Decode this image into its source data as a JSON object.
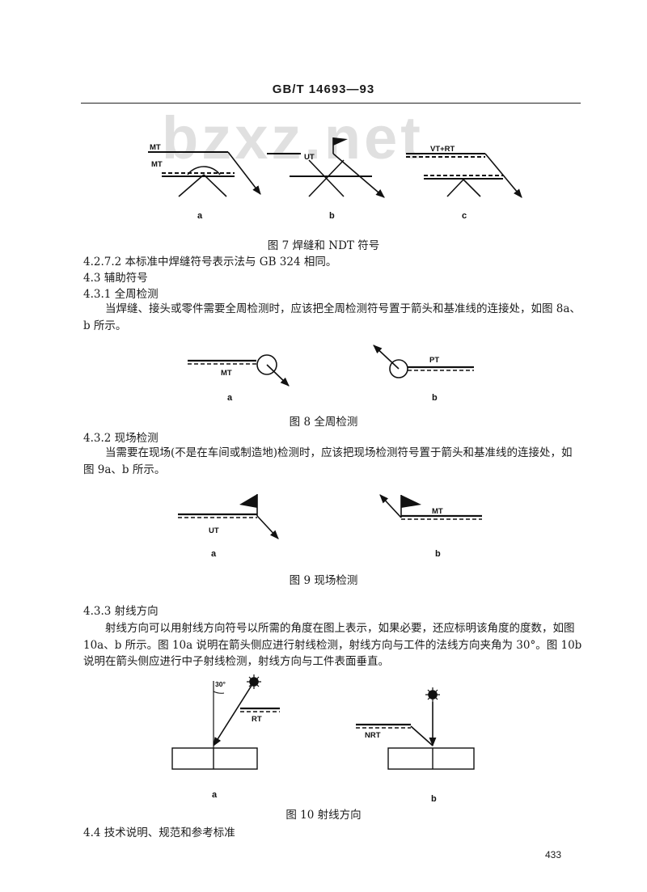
{
  "header": {
    "standard_number": "GB/T 14693—93"
  },
  "watermark": {
    "text": "bzxz.net"
  },
  "figure7": {
    "caption": "图 7   焊缝和 NDT 符号",
    "labels": {
      "mt_top": "MT",
      "mt_bottom": "MT",
      "ut": "UT",
      "vt_rt": "VT+RT"
    },
    "sub": {
      "a": "a",
      "b": "b",
      "c": "c"
    }
  },
  "s4272": {
    "text": "4.2.7.2   本标准中焊缝符号表示法与 GB 324 相同。"
  },
  "s43": {
    "heading": "4.3   辅助符号"
  },
  "s431": {
    "heading": "4.3.1   全周检测",
    "para": "当焊缝、接头或零件需要全周检测时，应该把全周检测符号置于箭头和基准线的连接处，如图 8a、b 所示。"
  },
  "figure8": {
    "caption": "图 8   全周检测",
    "labels": {
      "mt": "MT",
      "pt": "PT"
    },
    "sub": {
      "a": "a",
      "b": "b"
    }
  },
  "s432": {
    "heading": "4.3.2   现场检测",
    "para": "当需要在现场(不是在车间或制造地)检测时，应该把现场检测符号置于箭头和基准线的连接处，如图 9a、b 所示。"
  },
  "figure9": {
    "caption": "图 9   现场检测",
    "labels": {
      "ut": "UT",
      "mt": "MT"
    },
    "sub": {
      "a": "a",
      "b": "b"
    }
  },
  "s433": {
    "heading": "4.3.3   射线方向",
    "para": "射线方向可以用射线方向符号以所需的角度在图上表示，如果必要，还应标明该角度的度数，如图 10a、b 所示。图 10a 说明在箭头侧应进行射线检测，射线方向与工件的法线方向夹角为 30°。图 10b 说明在箭头侧应进行中子射线检测，射线方向与工件表面垂直。"
  },
  "figure10": {
    "caption": "图 10   射线方向",
    "labels": {
      "angle": "30°",
      "rt": "RT",
      "nrt": "NRT"
    },
    "sub": {
      "a": "a",
      "b": "b"
    }
  },
  "s44": {
    "heading": "4.4   技术说明、规范和参考标准"
  },
  "page": {
    "number": "433"
  }
}
